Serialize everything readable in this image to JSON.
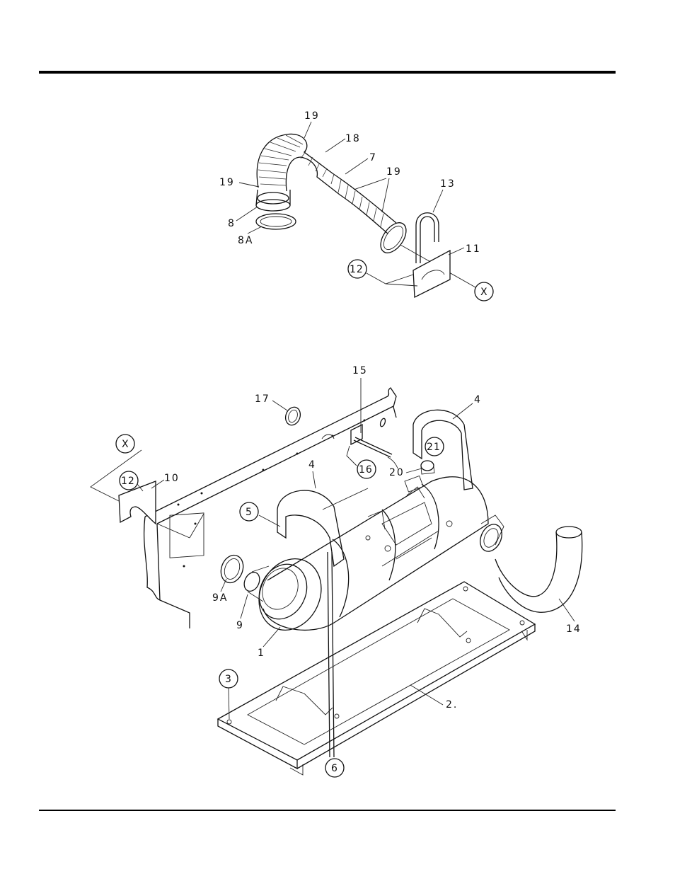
{
  "callouts": {
    "c19a": "19",
    "c18": "18",
    "c7": "7",
    "c19b": "19",
    "c19c": "19",
    "c8": "8",
    "c8a": "8A",
    "c13": "13",
    "c11": "11",
    "c12a": "12",
    "cXa": "X",
    "c15": "15",
    "c17": "17",
    "c4a": "4",
    "c4b": "4",
    "c21": "21",
    "c20": "20",
    "cXb": "X",
    "c12b": "12",
    "c10": "10",
    "c16": "16",
    "c5": "5",
    "c9a": "9A",
    "c9": "9",
    "c1": "1",
    "c14": "14",
    "c3": "3",
    "c2": "2.",
    "c6": "6"
  }
}
